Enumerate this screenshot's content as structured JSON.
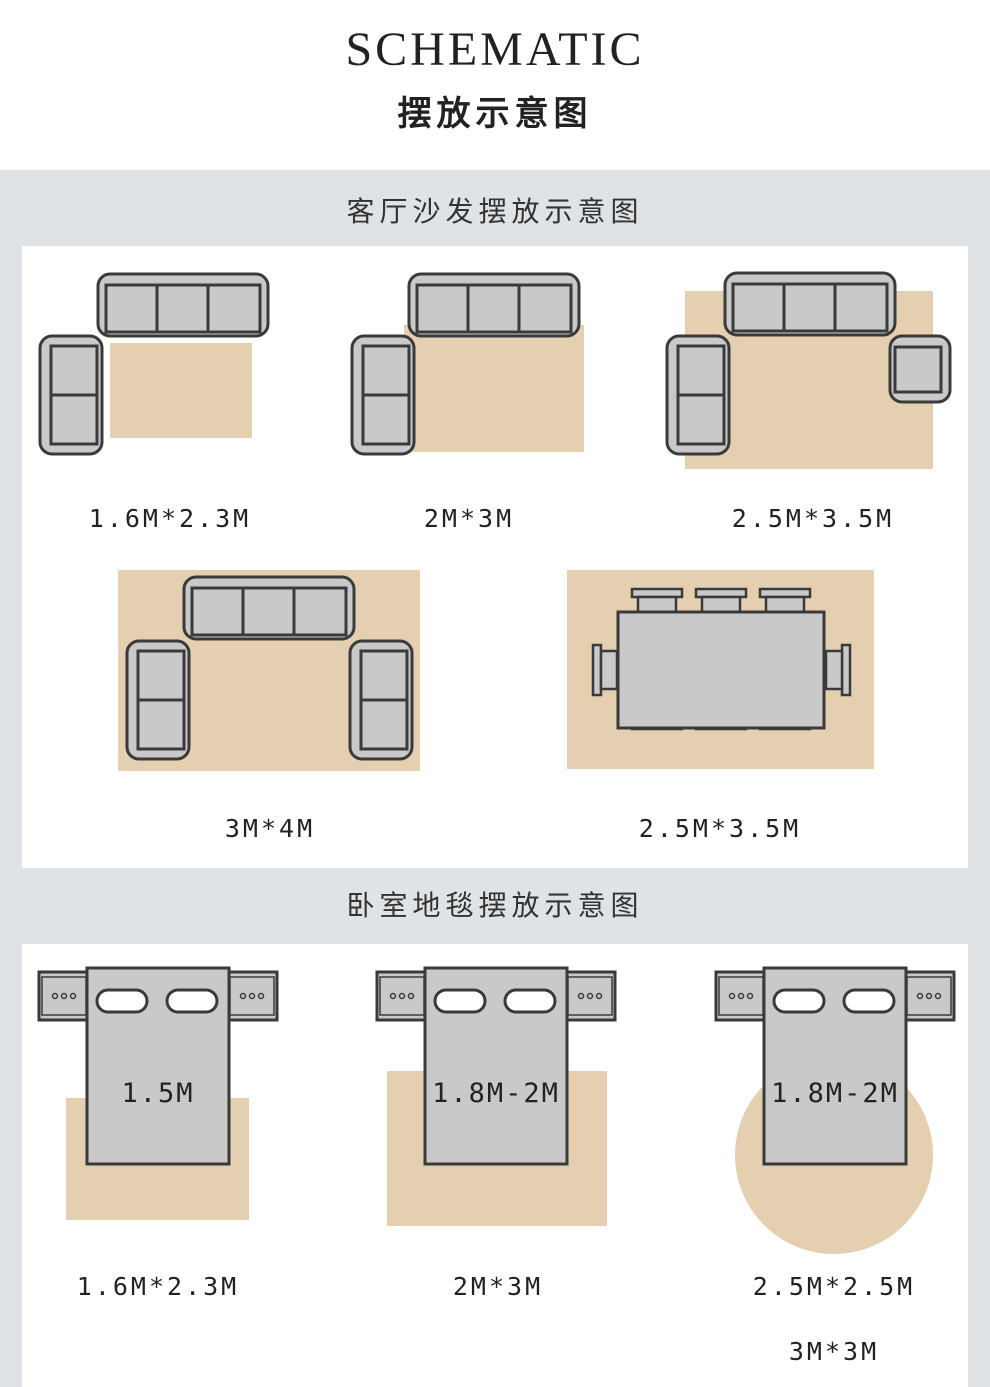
{
  "header": {
    "title_en": "SCHEMATIC",
    "title_cn": "摆放示意图"
  },
  "living_room": {
    "title": "客厅沙发摆放示意图",
    "layouts": [
      {
        "size": "1.6M*2.3M"
      },
      {
        "size": "2M*3M"
      },
      {
        "size": "2.5M*3.5M"
      },
      {
        "size": "3M*4M"
      },
      {
        "size": "2.5M*3.5M"
      }
    ]
  },
  "bedroom": {
    "title": "卧室地毯摆放示意图",
    "layouts": [
      {
        "bed": "1.5M",
        "size": "1.6M*2.3M"
      },
      {
        "bed": "1.8M-2M",
        "size": "2M*3M"
      },
      {
        "bed": "1.8M-2M",
        "size": "2.5M*2.5M",
        "size_alt": "3M*3M"
      }
    ]
  },
  "colors": {
    "rug": "#e4cfb0",
    "furniture_fill": "#c9c9c9",
    "furniture_stroke": "#3a3a3a",
    "band": "#dfe3e6"
  }
}
